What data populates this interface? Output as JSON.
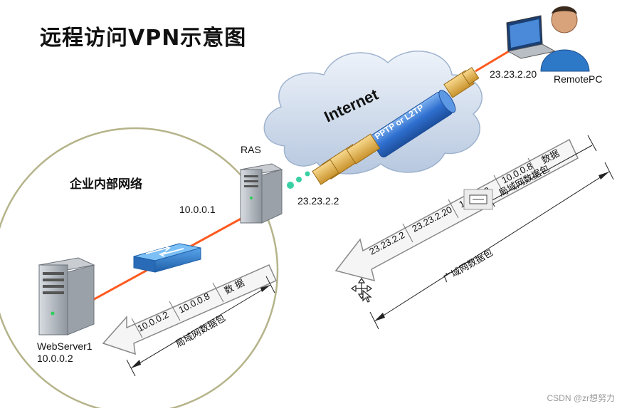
{
  "title": "远程访问VPN示意图",
  "labels": {
    "intranet": "企业内部网络",
    "internet": "Internet",
    "tunnel_protocol": "PPTP or L2TP",
    "ras": "RAS",
    "ras_inner_ip": "10.0.0.1",
    "ras_outer_ip": "23.23.2.2",
    "remote_ip": "23.23.2.20",
    "remote_name": "RemotePC",
    "server_name": "WebServer1",
    "server_ip": "10.0.0.2"
  },
  "lan_packet": {
    "fields": [
      "10.0.0.2",
      "10.0.0.8",
      "数 据"
    ],
    "caption": "局域网数据包"
  },
  "wan_packet": {
    "outer_fields": [
      "23.23.2.2",
      "23.23.2.20"
    ],
    "inner_fields": [
      "10.0.0.2",
      "10.0.0.8",
      "数据"
    ],
    "inner_caption": "局域网数据包",
    "outer_caption": "广域网数据包"
  },
  "watermark": "CSDN @zr想努力",
  "colors": {
    "link_line": "#ff5a1f",
    "tunnel": "#3b7fd6",
    "cloud": "#c9d7ea",
    "lan_circle": "#b5b48a",
    "switch": "#2e78c8",
    "packet_fill": "#f5f5f5"
  },
  "icons": [
    "remote-pc-icon",
    "ras-server-icon",
    "web-server-icon",
    "switch-icon",
    "cloud-icon",
    "keyboard-icon",
    "move-cursor-icon"
  ]
}
